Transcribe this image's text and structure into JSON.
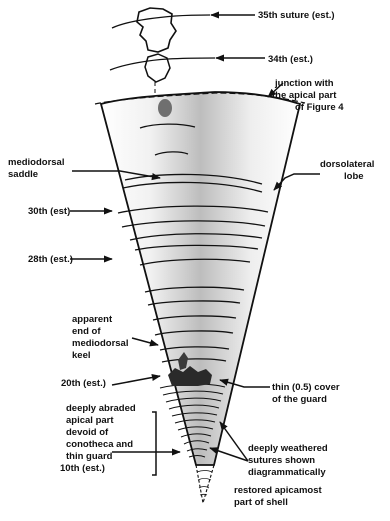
{
  "labels": {
    "suture35": "35th suture (est.)",
    "suture34": "34th (est.)",
    "junction": [
      "junction with",
      "the apical part",
      "of Figure 4"
    ],
    "saddle": [
      "mediodorsal",
      "saddle"
    ],
    "lobe": [
      "dorsolateral",
      "lobe"
    ],
    "s30": "30th (est)",
    "s28": "28th (est.)",
    "keel": [
      "apparent",
      "end of",
      "mediodorsal",
      "keel"
    ],
    "s20": "20th (est.)",
    "cover": [
      "thin (0.5) cover",
      "of the guard"
    ],
    "abraded": [
      "deeply abraded",
      "apical part",
      "devoid of",
      "conotheca and",
      "thin guard"
    ],
    "weathered": [
      "deeply weathered",
      "sutures shown",
      "diagrammatically"
    ],
    "s10": "10th (est.)",
    "restored": [
      "restored apicamost",
      "part of shell"
    ]
  },
  "colors": {
    "ink": "#111111",
    "shading": "#8a8a8a",
    "background": "#ffffff"
  }
}
